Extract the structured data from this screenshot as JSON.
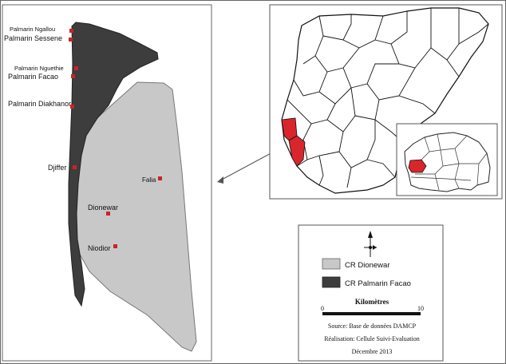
{
  "villages": [
    {
      "name": "Palmarin Ngallou"
    },
    {
      "name": "Palmarin Sessene"
    },
    {
      "name": "Palmarin Nguethie"
    },
    {
      "name": "Palmarin Facao"
    },
    {
      "name": "Palmarin Diakhanor"
    },
    {
      "name": "Djiffer"
    },
    {
      "name": "Falia"
    },
    {
      "name": "Dionewar"
    },
    {
      "name": "Niodior"
    }
  ],
  "legend": {
    "items": [
      {
        "label": "CR Dionewar",
        "color": "#c8c8c8"
      },
      {
        "label": "CR Palmarin Facao",
        "color": "#3d3d3d"
      }
    ],
    "scale_title": "Kilomètres",
    "scale_min": "0",
    "scale_max": "10",
    "source": "Source: Base de données DAMCP",
    "realisation": "Réalisation: Cellule Suivi-Evaluation",
    "date": "Décembre 2013"
  },
  "colors": {
    "highlight": "#d8262c",
    "marker": "#cc2229",
    "dionewar": "#c8c8c8",
    "palmarin": "#3d3d3d"
  },
  "icons": {
    "north_arrow": "north-arrow-icon"
  }
}
